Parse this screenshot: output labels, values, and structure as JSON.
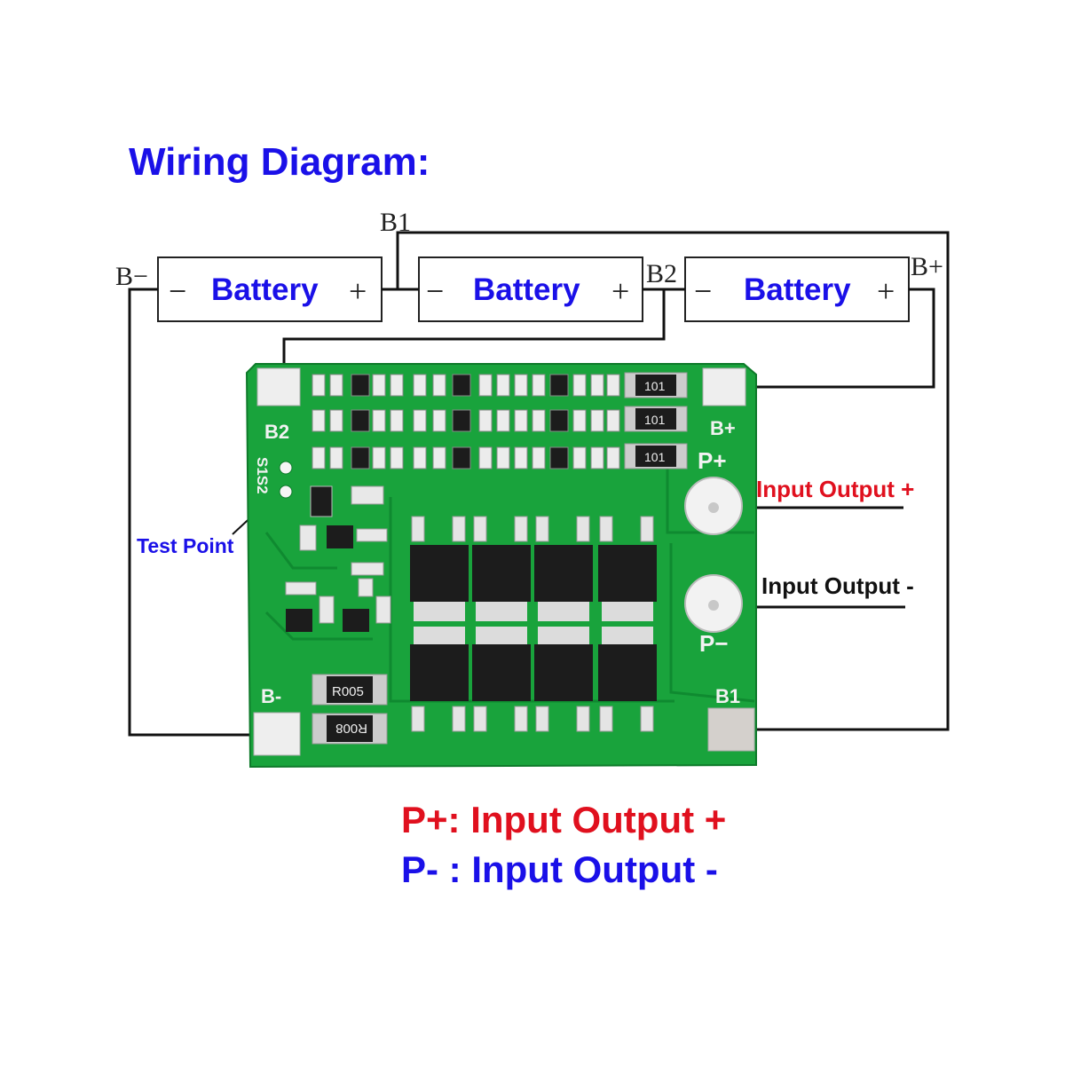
{
  "title": "Wiring Diagram:",
  "batteries": [
    {
      "label": "Battery",
      "minus": "−",
      "plus": "+"
    },
    {
      "label": "Battery",
      "minus": "−",
      "plus": "+"
    },
    {
      "label": "Battery",
      "minus": "−",
      "plus": "+"
    }
  ],
  "terminals": {
    "b_minus": "B−",
    "b1": "B1",
    "b2": "B2",
    "b_plus": "B+"
  },
  "board_labels": {
    "b2": "B2",
    "b_plus": "B+",
    "p_plus": "P+",
    "p_minus": "P−",
    "b_minus": "B-",
    "b1": "B1",
    "s1s2": "S1S2",
    "r005": "R005",
    "r008": "R008",
    "r101": "101"
  },
  "callouts": {
    "test_point": "Test Point",
    "input_output_plus": "Input Output +",
    "input_output_minus": "Input Output -"
  },
  "legend": {
    "p_plus": "P+: Input Output +",
    "p_minus": "P- : Input Output -"
  },
  "colors": {
    "title": "#1a10e8",
    "battery_label": "#1a10e8",
    "red": "#e0101e",
    "blue": "#1a10e8",
    "pcb": "#19a33c",
    "pcb_dark": "#11862f",
    "wire": "#111111"
  }
}
